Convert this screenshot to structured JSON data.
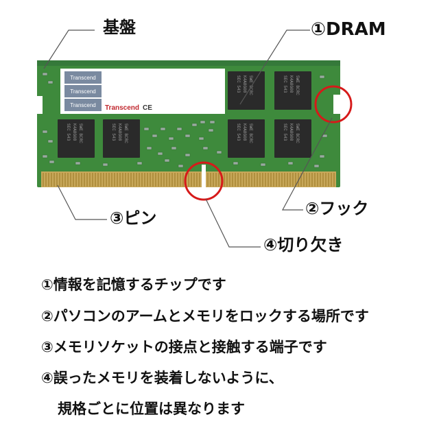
{
  "labels": {
    "substrate": "基盤",
    "dram": "①DRAM",
    "pin": "③ピン",
    "hook": "②フック",
    "notch": "④切り欠き"
  },
  "descriptions": [
    "①情報を記憶するチップです",
    "②パソコンのアームとメモリをロックする場所です",
    "③メモリソケットの接点と接触する端子です",
    "④誤ったメモリを装着しないように、",
    "規格ごとに位置は異なります"
  ],
  "module": {
    "brand_labels": [
      "Transcend",
      "Transcend",
      "Transcend"
    ],
    "brand_main": "Transcend",
    "ce_mark": "CE",
    "chip_text": [
      "SEC 543",
      "K4A8G08",
      "5WE BCRC"
    ]
  },
  "colors": {
    "pcb": "#3e8a3c",
    "pcb_dark": "#2f6e2e",
    "chip": "#2a2a2a",
    "gold": "#c8a85a",
    "highlight": "#d61a1a",
    "leader": "#555555"
  }
}
